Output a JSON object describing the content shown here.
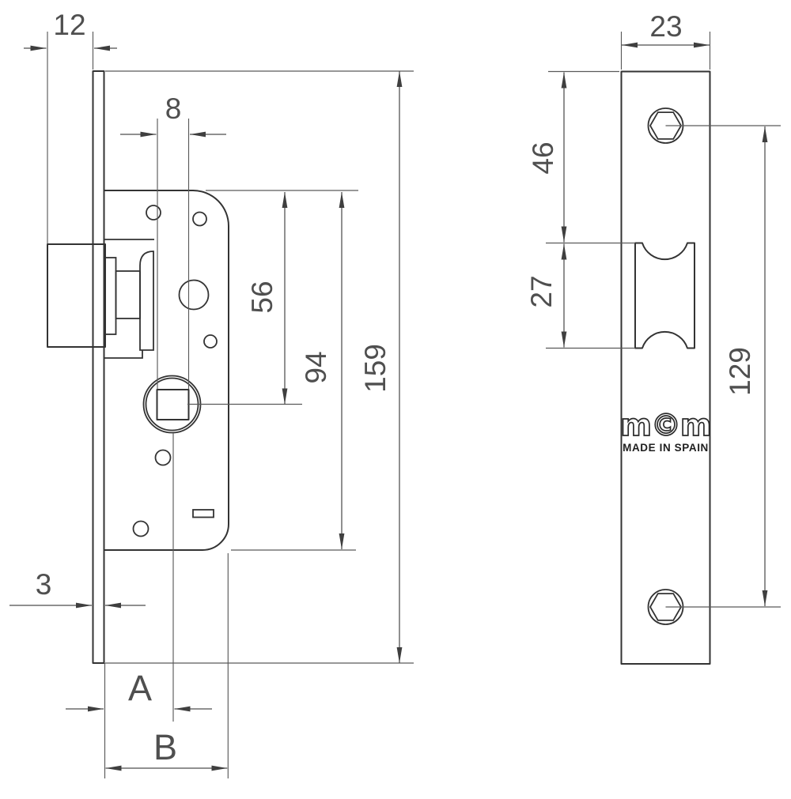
{
  "drawing": {
    "type": "technical-drawing-mortise-lock",
    "views": {
      "side": {
        "dimensions": {
          "latch_protrusion": "12",
          "spindle_square": "8",
          "faceplate_thickness": "3",
          "top_to_spindle": "56",
          "case_height": "94",
          "faceplate_height": "159",
          "backset": "A",
          "case_depth": "B"
        }
      },
      "front": {
        "dimensions": {
          "faceplate_width": "23",
          "top_to_latch": "46",
          "latch_opening_height": "27",
          "screw_spacing": "129"
        },
        "brand": {
          "logo": "m©m",
          "made_in": "MADE IN SPAIN"
        }
      }
    }
  }
}
